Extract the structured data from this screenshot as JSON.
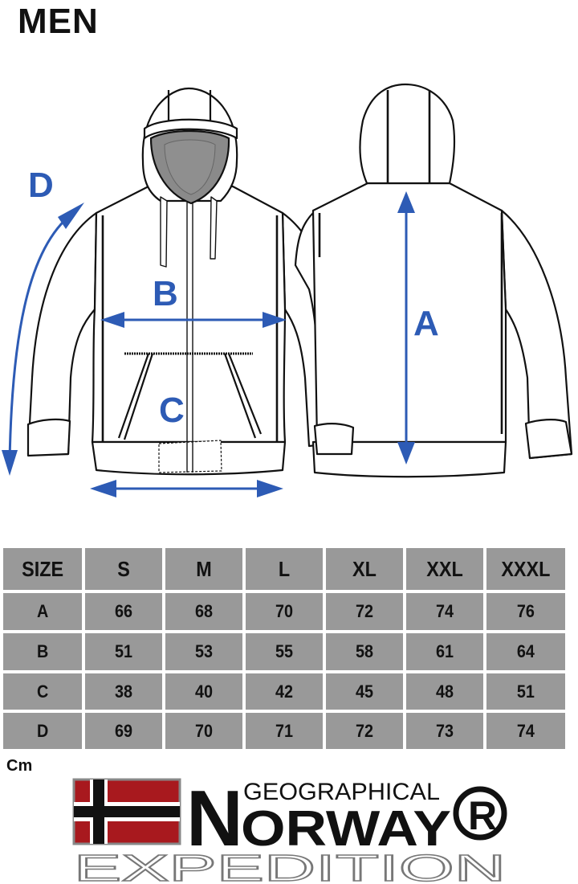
{
  "page": {
    "title": "MEN",
    "unit": "Cm"
  },
  "illustration": {
    "labels": {
      "a": "A",
      "b": "B",
      "c": "C",
      "d": "D"
    },
    "arrow_color": "#2d5bb5",
    "outline_color": "#111111",
    "hood_lining_color": "#8a8a8a"
  },
  "size_table": {
    "header": [
      "SIZE",
      "S",
      "M",
      "L",
      "XL",
      "XXL",
      "XXXL"
    ],
    "rows": [
      {
        "label": "A",
        "values": [
          "66",
          "68",
          "70",
          "72",
          "74",
          "76"
        ]
      },
      {
        "label": "B",
        "values": [
          "51",
          "53",
          "55",
          "58",
          "61",
          "64"
        ]
      },
      {
        "label": "C",
        "values": [
          "38",
          "40",
          "42",
          "45",
          "48",
          "51"
        ]
      },
      {
        "label": "D",
        "values": [
          "69",
          "70",
          "71",
          "72",
          "73",
          "74"
        ]
      }
    ],
    "background": "#999999"
  },
  "brand": {
    "line1": "GEOGRAPHICAL",
    "big_letter": "N",
    "line2": "ORWAY",
    "registered": "R",
    "tagline": "EXPEDITION",
    "flag_red": "#a8191e"
  },
  "chart_data": {
    "type": "table",
    "title": "MEN",
    "unit": "Cm",
    "columns": [
      "SIZE",
      "S",
      "M",
      "L",
      "XL",
      "XXL",
      "XXXL"
    ],
    "rows": [
      [
        "A",
        66,
        68,
        70,
        72,
        74,
        76
      ],
      [
        "B",
        51,
        53,
        55,
        58,
        61,
        64
      ],
      [
        "C",
        38,
        40,
        42,
        45,
        48,
        51
      ],
      [
        "D",
        69,
        70,
        71,
        72,
        73,
        74
      ]
    ]
  }
}
